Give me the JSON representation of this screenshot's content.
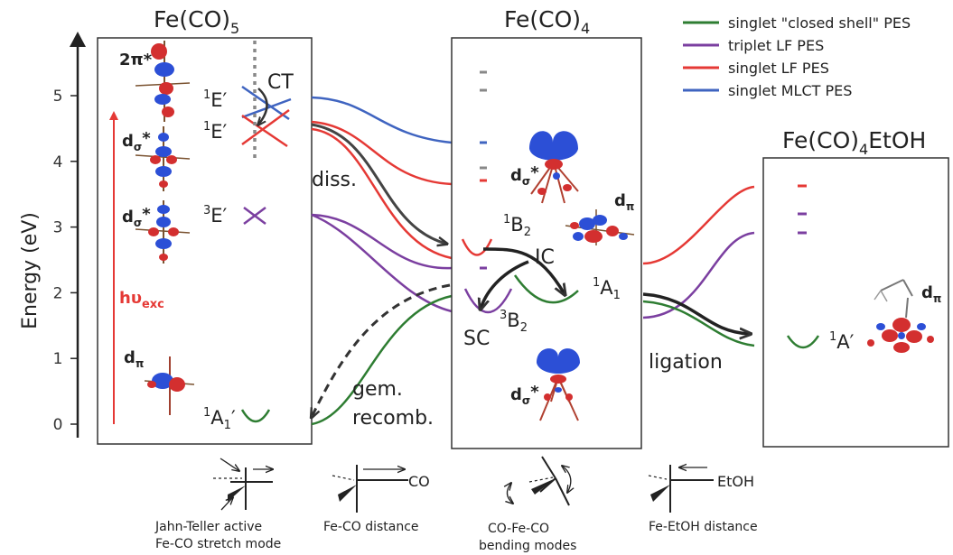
{
  "axis": {
    "ylabel": "Energy (eV)",
    "ticks": [
      "0",
      "1",
      "2",
      "3",
      "4",
      "5"
    ]
  },
  "legend": [
    {
      "label": "singlet \"closed shell\" PES",
      "color": "#2e7d32"
    },
    {
      "label": "triplet LF PES",
      "color": "#7b3fa0"
    },
    {
      "label": "singlet LF PES",
      "color": "#e53935"
    },
    {
      "label": "singlet MLCT PES",
      "color": "#3f64c0"
    }
  ],
  "colors": {
    "green": "#2e7d32",
    "purple": "#7b3fa0",
    "red": "#e53935",
    "blue": "#3f64c0",
    "gray": "#888888",
    "arrow": "#333333",
    "excitation": "#e53935",
    "lobe_blue": "#2c4fd6",
    "lobe_red": "#d32f2f"
  },
  "panels": {
    "feco5": {
      "title_main": "Fe(CO)",
      "title_sub": "5",
      "orbitals": {
        "two_pi": "2π*",
        "dsig_upper": "d",
        "dsig_upper_sub": "σ",
        "dsig_upper_sup": "*",
        "dsig_lower": "d",
        "dsig_lower_sub": "σ",
        "dsig_lower_sup": "*",
        "dpi": "d",
        "dpi_sub": "π"
      },
      "states": {
        "e1_upper_sup": "1",
        "e1_upper": "E′",
        "e1_lower_sup": "1",
        "e1_lower": "E′",
        "e3_sup": "3",
        "e3": "E′",
        "a1_sup": "1",
        "a1": "A",
        "a1_sub": "1",
        "a1_prime": "′"
      },
      "ct": "CT",
      "excitation": "hυ",
      "excitation_sub": "exc"
    },
    "feco4": {
      "title_main": "Fe(CO)",
      "title_sub": "4",
      "orbitals": {
        "dsig_upper": "d",
        "dsig_upper_sub": "σ",
        "dsig_upper_sup": "*",
        "dpi": "d",
        "dpi_sub": "π",
        "dsig_lower": "d",
        "dsig_lower_sub": "σ",
        "dsig_lower_sup": "*"
      },
      "states": {
        "b2_singlet_sup": "1",
        "b2_singlet": "B",
        "b2_singlet_sub": "2",
        "b2_triplet_sup": "3",
        "b2_triplet": "B",
        "b2_triplet_sub": "2",
        "a1_sup": "1",
        "a1": "A",
        "a1_sub": "1"
      },
      "ic": "IC",
      "sc": "SC"
    },
    "feco4etoh": {
      "title_main": "Fe(CO)",
      "title_sub": "4",
      "title_rest": "EtOH",
      "orbitals": {
        "dpi": "d",
        "dpi_sub": "π"
      },
      "states": {
        "a_sup": "1",
        "a": "A′"
      }
    }
  },
  "annotations": {
    "diss": "diss.",
    "gem": "gem.",
    "recomb": "recomb.",
    "ligation": "ligation"
  },
  "modes": [
    {
      "line1": "Jahn-Teller active",
      "line2": "Fe-CO stretch mode"
    },
    {
      "line1": "Fe-CO distance",
      "line2": "",
      "tag": "CO"
    },
    {
      "line1": "CO-Fe-CO",
      "line2": "bending modes"
    },
    {
      "line1": "Fe-EtOH distance",
      "line2": "",
      "tag": "EtOH"
    }
  ]
}
